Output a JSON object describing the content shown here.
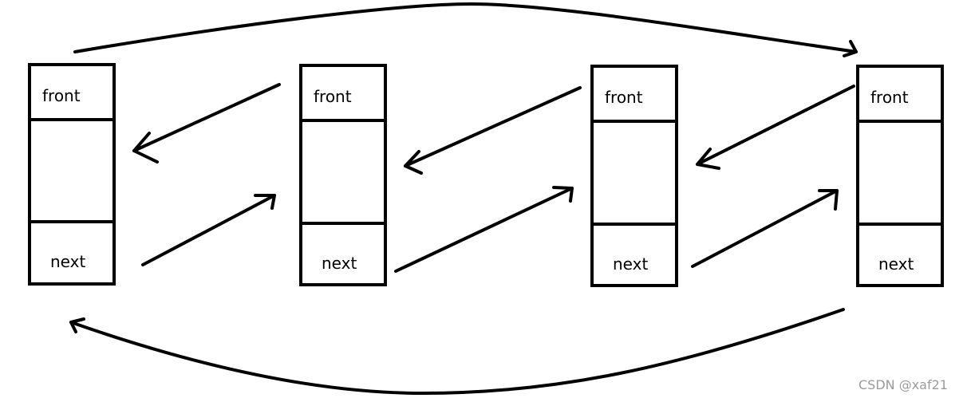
{
  "diagram": {
    "nodes": [
      {
        "front_label": "front",
        "next_label": "next"
      },
      {
        "front_label": "front",
        "next_label": "next"
      },
      {
        "front_label": "front",
        "next_label": "next"
      },
      {
        "front_label": "front",
        "next_label": "next"
      }
    ],
    "stroke_color": "#000000"
  },
  "watermark": "CSDN @xaf21"
}
